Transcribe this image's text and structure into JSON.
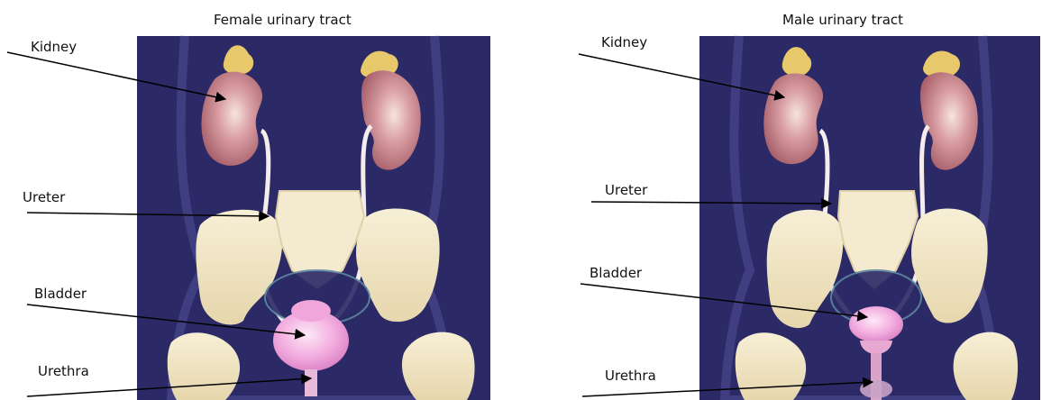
{
  "female": {
    "title": "Female urinary tract",
    "labels": {
      "kidney": "Kidney",
      "ureter": "Ureter",
      "bladder": "Bladder",
      "urethra": "Urethra"
    }
  },
  "male": {
    "title": "Male urinary tract",
    "labels": {
      "kidney": "Kidney",
      "ureter": "Ureter",
      "bladder": "Bladder",
      "urethra": "Urethra"
    }
  },
  "colors": {
    "body_bg": "#2b2a66",
    "body_glow": "#4b4a8e",
    "kidney": "#c87f86",
    "kidney_light": "#f3dcd6",
    "adrenal": "#e7c86a",
    "bone": "#f1e6c7",
    "bone_shadow": "#d6c59b",
    "bladder": "#f4b3e0",
    "ureter": "#f5ecec",
    "leader": "#000000"
  }
}
